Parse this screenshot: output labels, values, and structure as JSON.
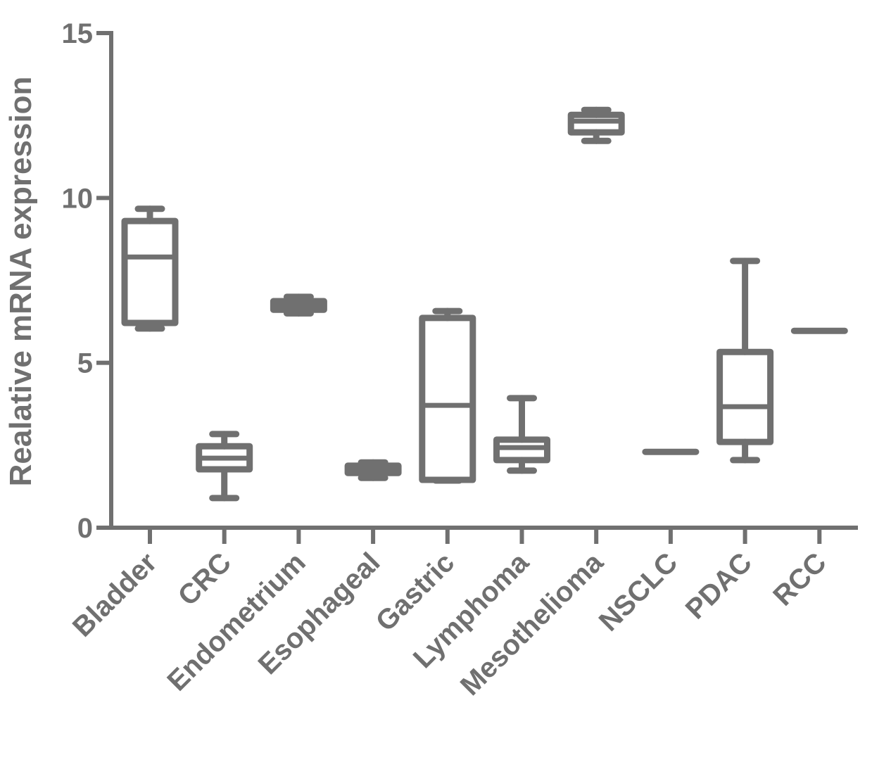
{
  "chart_data": {
    "type": "box",
    "title": "",
    "xlabel": "",
    "ylabel": "Realative mRNA expression",
    "ylim": [
      0,
      15
    ],
    "yticks": [
      0,
      5,
      10,
      15
    ],
    "grid": false,
    "color": "#707070",
    "categories": [
      "Bladder",
      "CRC",
      "Endometrium",
      "Esophageal",
      "Gastric",
      "Lymphoma",
      "Mesothelioma",
      "NSCLC",
      "PDAC",
      "RCC"
    ],
    "boxes": [
      {
        "min": 6.04,
        "q1": 6.21,
        "median": 8.21,
        "q3": 9.3,
        "max": 9.67
      },
      {
        "min": 0.9,
        "q1": 1.77,
        "median": 2.11,
        "q3": 2.47,
        "max": 2.84
      },
      {
        "min": 6.5,
        "q1": 6.61,
        "median": 6.76,
        "q3": 6.87,
        "max": 7.0
      },
      {
        "min": 1.51,
        "q1": 1.66,
        "median": 1.77,
        "q3": 1.88,
        "max": 1.98
      },
      {
        "min": 1.43,
        "q1": 1.45,
        "median": 3.71,
        "q3": 6.36,
        "max": 6.57
      },
      {
        "min": 1.73,
        "q1": 2.05,
        "median": 2.43,
        "q3": 2.67,
        "max": 3.93
      },
      {
        "min": 11.73,
        "q1": 11.99,
        "median": 12.33,
        "q3": 12.52,
        "max": 12.67
      },
      {
        "min": 2.3,
        "q1": 2.3,
        "median": 2.3,
        "q3": 2.3,
        "max": 2.3
      },
      {
        "min": 2.05,
        "q1": 2.6,
        "median": 3.67,
        "q3": 5.33,
        "max": 8.09
      },
      {
        "min": 5.97,
        "q1": 5.97,
        "median": 5.97,
        "q3": 5.97,
        "max": 5.97
      }
    ]
  }
}
